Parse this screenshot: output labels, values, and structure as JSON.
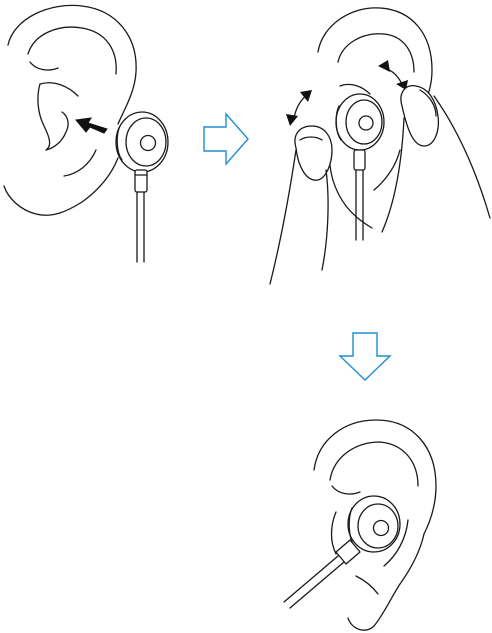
{
  "figure": {
    "steps": [
      {
        "id": "step-1",
        "icon": "insert-earphone-icon"
      },
      {
        "id": "step-2",
        "icon": "rotate-adjust-icon"
      },
      {
        "id": "step-3",
        "icon": "fitted-earphone-icon"
      }
    ],
    "connectors": [
      {
        "icon": "arrow-right-icon",
        "color": "#1f8fd0"
      },
      {
        "icon": "arrow-down-icon",
        "color": "#1f8fd0"
      }
    ],
    "line_color": "#1a1a1a",
    "background": "#ffffff"
  }
}
